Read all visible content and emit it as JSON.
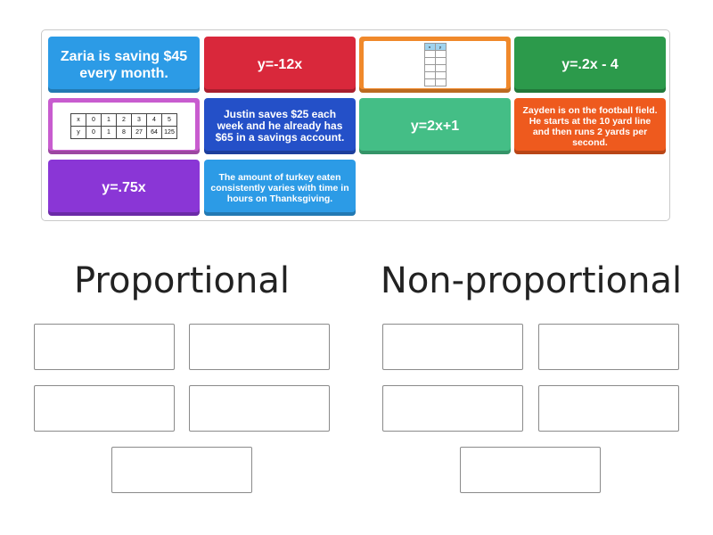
{
  "tray_tiles": {
    "zaria": "Zaria is saving $45 every month.",
    "eq_neg12x": "y=-12x",
    "eq_02x_minus_4": "y=.2x - 4",
    "justin": "Justin saves $25 each week and he already has $65 in a savings account.",
    "eq_2x_plus_1": "y=2x+1",
    "zayden": "Zayden is on the football field. He starts at the 10 yard line and then runs 2 yards per second.",
    "eq_075x": "y=.75x",
    "turkey": "The amount of turkey eaten consistently varies with time in hours on Thanksgiving."
  },
  "table_tile": {
    "rows": [
      [
        "x",
        "0",
        "1",
        "2",
        "3",
        "4",
        "5"
      ],
      [
        "y",
        "0",
        "1",
        "8",
        "27",
        "64",
        "125"
      ]
    ]
  },
  "mini_table_tile": {
    "rows": [
      [
        "x",
        "y"
      ],
      [
        "",
        ""
      ],
      [
        "",
        ""
      ],
      [
        "",
        ""
      ],
      [
        "",
        ""
      ],
      [
        "",
        ""
      ]
    ]
  },
  "groups": {
    "proportional": "Proportional",
    "non_proportional": "Non-proportional"
  },
  "colors": {
    "blue": "#2c9be6",
    "red": "#d9283b",
    "orange": "#f0892b",
    "green": "#2c9a4b",
    "pink": "#c85ccf",
    "navy": "#2450c8",
    "teal": "#44be86",
    "dark_orange": "#ee5a1e",
    "purple": "#8a36d6"
  }
}
